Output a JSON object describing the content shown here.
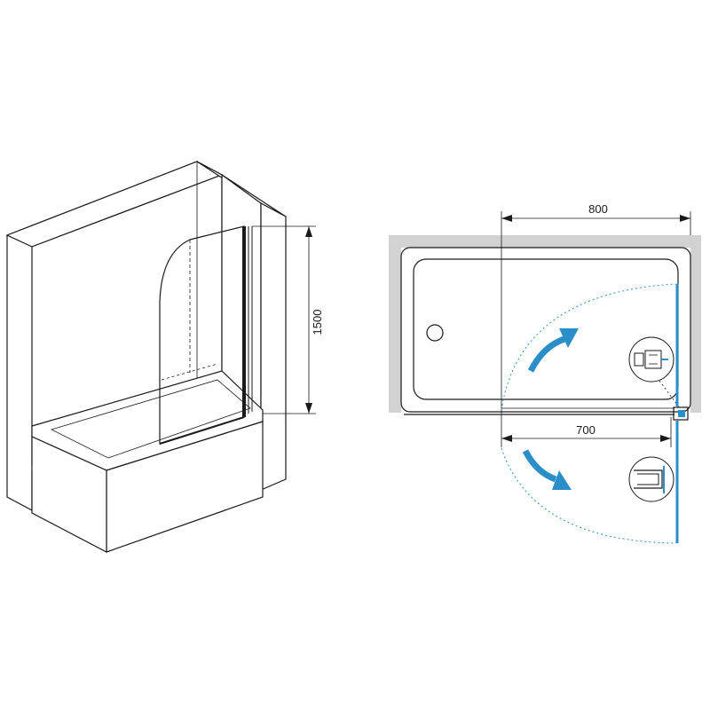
{
  "diagram": {
    "labels": {
      "height": "1500",
      "total_width": "800",
      "panel_width": "700"
    },
    "colors": {
      "line": "#1a1a1a",
      "wall": "#d2d2d2",
      "glass_accent": "#2a8fc8"
    },
    "icons": [
      "bathtub-isometric",
      "bath-screen-panel",
      "hinge-detail-icon",
      "profile-detail-icon",
      "swing-arrow"
    ]
  }
}
